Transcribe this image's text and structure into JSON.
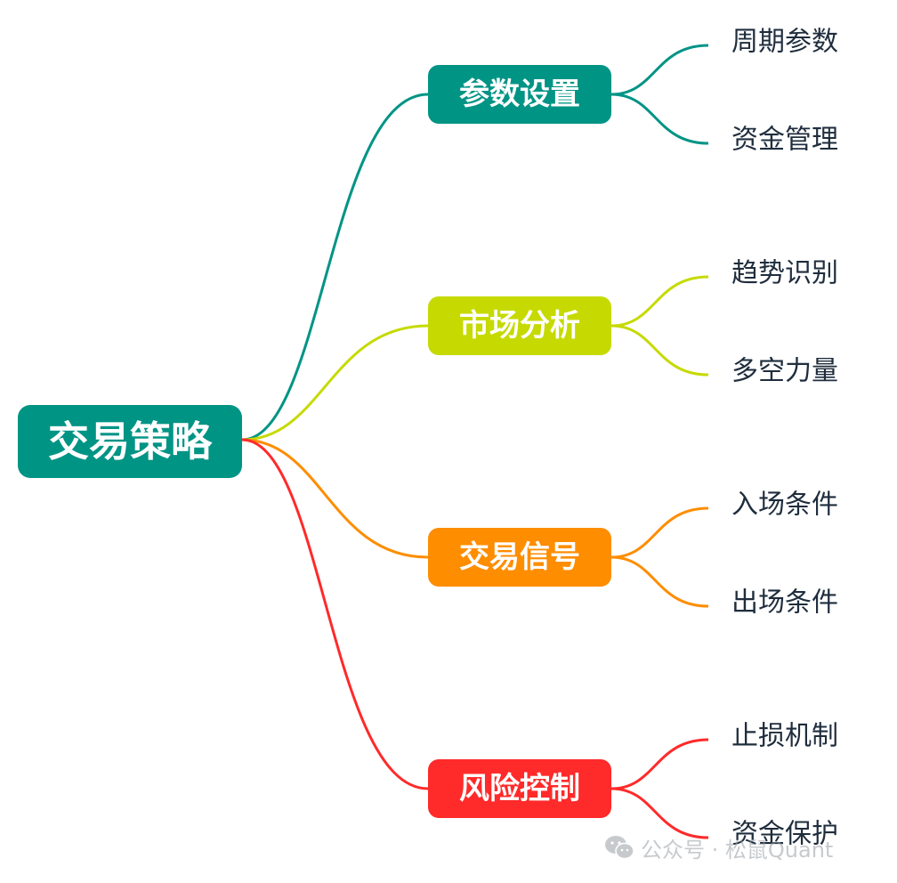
{
  "root": {
    "label": "交易策略",
    "color": "#009485"
  },
  "branches": [
    {
      "label": "参数设置",
      "color": "#009485",
      "children": [
        "周期参数",
        "资金管理"
      ]
    },
    {
      "label": "市场分析",
      "color": "#c6da02",
      "children": [
        "趋势识别",
        "多空力量"
      ]
    },
    {
      "label": "交易信号",
      "color": "#fe8d00",
      "children": [
        "入场条件",
        "出场条件"
      ]
    },
    {
      "label": "风险控制",
      "color": "#ff2a2a",
      "children": [
        "止损机制",
        "资金保护"
      ]
    }
  ],
  "leaf_text_color": "#1f2d3d",
  "watermark": {
    "icon": "wechat-icon",
    "text": "公众号 · 松鼠Quant"
  }
}
